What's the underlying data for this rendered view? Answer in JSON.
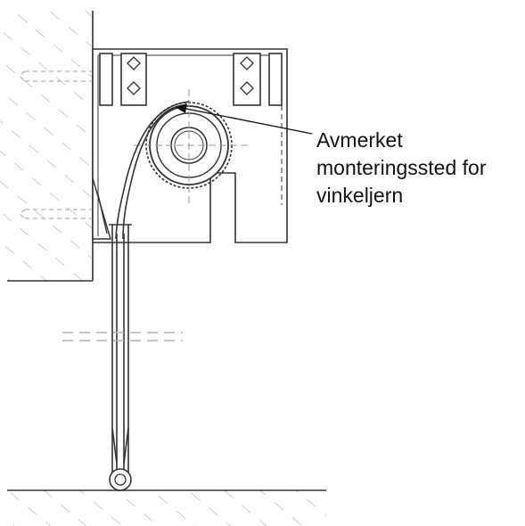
{
  "callout": {
    "lines": [
      "Avmerket",
      "monteringssted for",
      "vinkeljern"
    ]
  },
  "colors": {
    "line": "#333333",
    "hatch": "#9a9a9a",
    "dashed": "#b0b0b0",
    "text": "#111111"
  }
}
